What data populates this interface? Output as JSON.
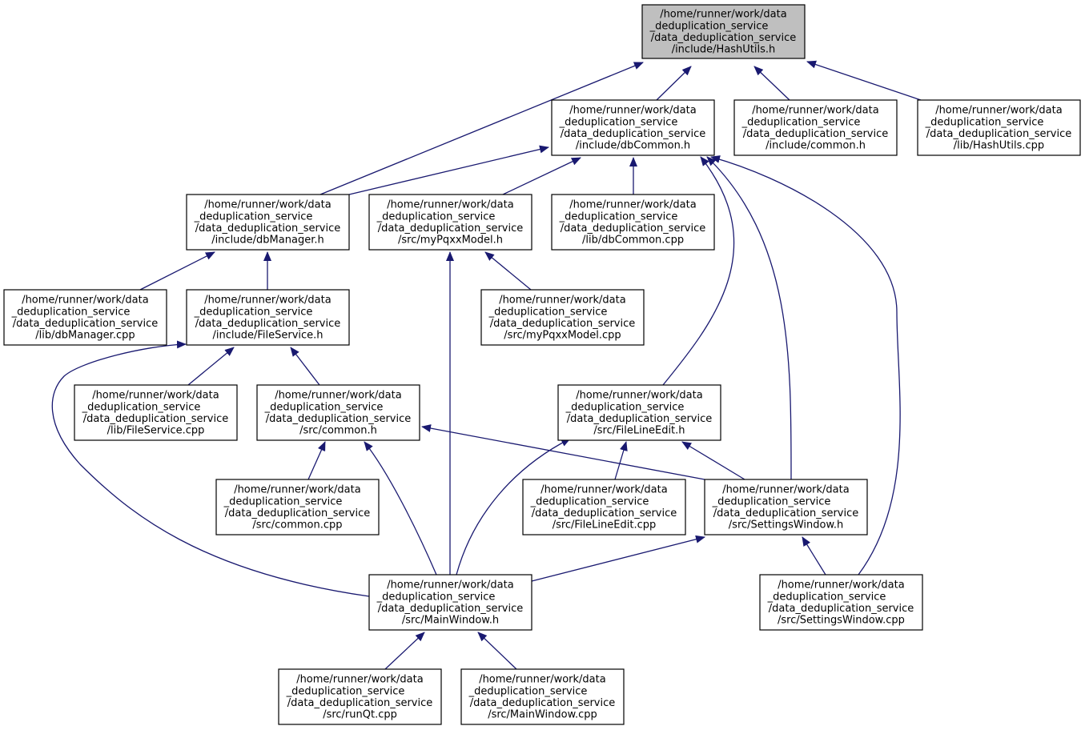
{
  "colors": {
    "edge": "#191970",
    "node_fill": "#ffffff",
    "highlight_fill": "#bfbfbf",
    "node_border": "#000000",
    "text": "#000000"
  },
  "nodes": [
    {
      "id": "hashutils_h",
      "highlight": true,
      "lines": [
        "/home/runner/work/data",
        "_deduplication_service",
        "/data_deduplication_service",
        "/include/HashUtils.h"
      ]
    },
    {
      "id": "dbcommon_h",
      "lines": [
        "/home/runner/work/data",
        "_deduplication_service",
        "/data_deduplication_service",
        "/include/dbCommon.h"
      ]
    },
    {
      "id": "common_h_inc",
      "lines": [
        "/home/runner/work/data",
        "_deduplication_service",
        "/data_deduplication_service",
        "/include/common.h"
      ]
    },
    {
      "id": "hashutils_cpp",
      "lines": [
        "/home/runner/work/data",
        "_deduplication_service",
        "/data_deduplication_service",
        "/lib/HashUtils.cpp"
      ]
    },
    {
      "id": "dbmanager_h",
      "lines": [
        "/home/runner/work/data",
        "_deduplication_service",
        "/data_deduplication_service",
        "/include/dbManager.h"
      ]
    },
    {
      "id": "mypqxxmodel_h",
      "lines": [
        "/home/runner/work/data",
        "_deduplication_service",
        "/data_deduplication_service",
        "/src/myPqxxModel.h"
      ]
    },
    {
      "id": "dbcommon_cpp",
      "lines": [
        "/home/runner/work/data",
        "_deduplication_service",
        "/data_deduplication_service",
        "/lib/dbCommon.cpp"
      ]
    },
    {
      "id": "dbmanager_cpp",
      "lines": [
        "/home/runner/work/data",
        "_deduplication_service",
        "/data_deduplication_service",
        "/lib/dbManager.cpp"
      ]
    },
    {
      "id": "fileservice_h",
      "lines": [
        "/home/runner/work/data",
        "_deduplication_service",
        "/data_deduplication_service",
        "/include/FileService.h"
      ]
    },
    {
      "id": "mypqxxmodel_cpp",
      "lines": [
        "/home/runner/work/data",
        "_deduplication_service",
        "/data_deduplication_service",
        "/src/myPqxxModel.cpp"
      ]
    },
    {
      "id": "fileservice_cpp",
      "lines": [
        "/home/runner/work/data",
        "_deduplication_service",
        "/data_deduplication_service",
        "/lib/FileService.cpp"
      ]
    },
    {
      "id": "common_h_src",
      "lines": [
        "/home/runner/work/data",
        "_deduplication_service",
        "/data_deduplication_service",
        "/src/common.h"
      ]
    },
    {
      "id": "filelineedit_h",
      "lines": [
        "/home/runner/work/data",
        "_deduplication_service",
        "/data_deduplication_service",
        "/src/FileLineEdit.h"
      ]
    },
    {
      "id": "common_cpp",
      "lines": [
        "/home/runner/work/data",
        "_deduplication_service",
        "/data_deduplication_service",
        "/src/common.cpp"
      ]
    },
    {
      "id": "filelineedit_cpp",
      "lines": [
        "/home/runner/work/data",
        "_deduplication_service",
        "/data_deduplication_service",
        "/src/FileLineEdit.cpp"
      ]
    },
    {
      "id": "settingswindow_h",
      "lines": [
        "/home/runner/work/data",
        "_deduplication_service",
        "/data_deduplication_service",
        "/src/SettingsWindow.h"
      ]
    },
    {
      "id": "mainwindow_h",
      "lines": [
        "/home/runner/work/data",
        "_deduplication_service",
        "/data_deduplication_service",
        "/src/MainWindow.h"
      ]
    },
    {
      "id": "settingswindow_cpp",
      "lines": [
        "/home/runner/work/data",
        "_deduplication_service",
        "/data_deduplication_service",
        "/src/SettingsWindow.cpp"
      ]
    },
    {
      "id": "runqt_cpp",
      "lines": [
        "/home/runner/work/data",
        "_deduplication_service",
        "/data_deduplication_service",
        "/src/runQt.cpp"
      ]
    },
    {
      "id": "mainwindow_cpp",
      "lines": [
        "/home/runner/work/data",
        "_deduplication_service",
        "/data_deduplication_service",
        "/src/MainWindow.cpp"
      ]
    }
  ],
  "edges": [
    {
      "from": "dbcommon_h",
      "to": "hashutils_h"
    },
    {
      "from": "common_h_inc",
      "to": "hashutils_h"
    },
    {
      "from": "hashutils_cpp",
      "to": "hashutils_h"
    },
    {
      "from": "dbmanager_h",
      "to": "hashutils_h"
    },
    {
      "from": "dbmanager_h",
      "to": "dbcommon_h"
    },
    {
      "from": "mypqxxmodel_h",
      "to": "dbcommon_h"
    },
    {
      "from": "dbcommon_cpp",
      "to": "dbcommon_h"
    },
    {
      "from": "filelineedit_h",
      "to": "dbcommon_h"
    },
    {
      "from": "settingswindow_h",
      "to": "dbcommon_h"
    },
    {
      "from": "settingswindow_cpp",
      "to": "dbcommon_h"
    },
    {
      "from": "dbmanager_cpp",
      "to": "dbmanager_h"
    },
    {
      "from": "fileservice_h",
      "to": "dbmanager_h"
    },
    {
      "from": "mypqxxmodel_cpp",
      "to": "mypqxxmodel_h"
    },
    {
      "from": "mainwindow_h",
      "to": "mypqxxmodel_h"
    },
    {
      "from": "fileservice_cpp",
      "to": "fileservice_h"
    },
    {
      "from": "common_h_src",
      "to": "fileservice_h"
    },
    {
      "from": "mainwindow_h",
      "to": "fileservice_h"
    },
    {
      "from": "common_cpp",
      "to": "common_h_src"
    },
    {
      "from": "mainwindow_h",
      "to": "common_h_src"
    },
    {
      "from": "settingswindow_h",
      "to": "common_h_src"
    },
    {
      "from": "filelineedit_cpp",
      "to": "filelineedit_h"
    },
    {
      "from": "mainwindow_h",
      "to": "filelineedit_h"
    },
    {
      "from": "settingswindow_h",
      "to": "filelineedit_h"
    },
    {
      "from": "mainwindow_h",
      "to": "settingswindow_h"
    },
    {
      "from": "settingswindow_cpp",
      "to": "settingswindow_h"
    },
    {
      "from": "runqt_cpp",
      "to": "mainwindow_h"
    },
    {
      "from": "mainwindow_cpp",
      "to": "mainwindow_h"
    }
  ]
}
